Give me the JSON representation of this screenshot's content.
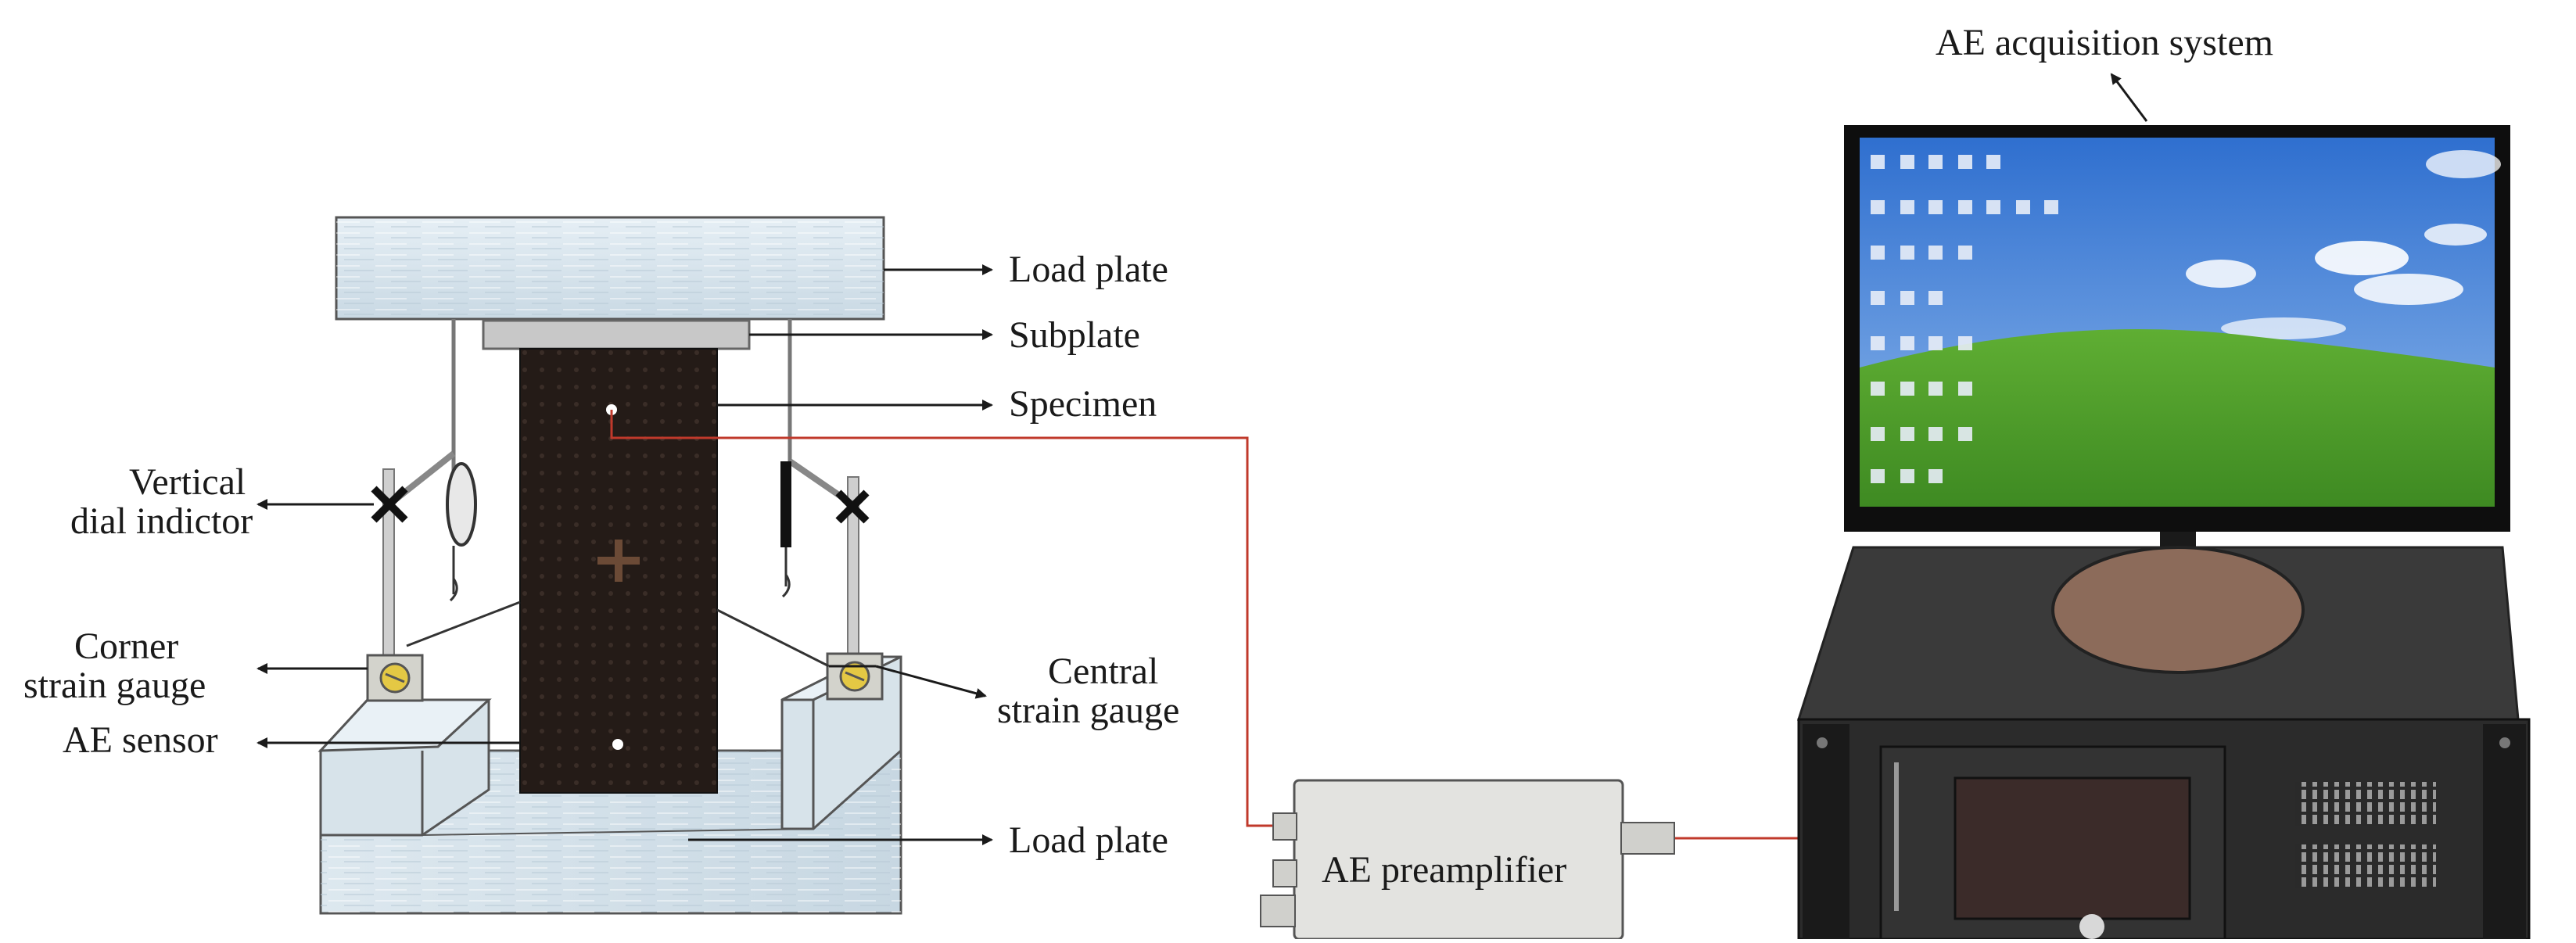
{
  "labels": {
    "acquisition_system": "AE acquisition system",
    "load_plate_top": "Load plate",
    "subplate": "Subplate",
    "specimen": "Specimen",
    "vertical_dial_line1": "Vertical",
    "vertical_dial_line2": "dial indictor",
    "corner_gauge_line1": "Corner",
    "corner_gauge_line2": "strain gauge",
    "ae_sensor": "AE sensor",
    "central_gauge_line1": "Central",
    "central_gauge_line2": "strain gauge",
    "load_plate_bottom": "Load plate",
    "preamplifier": "AE preamplifier"
  },
  "colors": {
    "signal_cable": "#c0392b",
    "specimen": "#231a16",
    "plate": "#d9e6ee",
    "cabinet": "#2b2b2b",
    "sky": "#3f7fd6",
    "grass": "#4f9a2c"
  }
}
